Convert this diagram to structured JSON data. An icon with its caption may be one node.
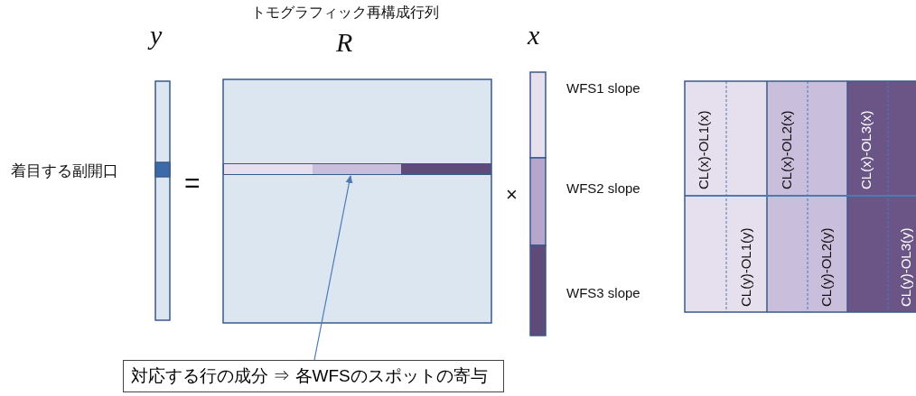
{
  "diagram": {
    "nodes": [
      {
        "text": [
          "対応する行の成分 ⇒ 各WFSのスポットの寄与"
        ]
      },
      {
        "text": [],
        "shape": "bar"
      }
    ],
    "edges": [
      {
        "from": 0,
        "to": 1,
        "arrow": "to"
      }
    ],
    "labels": [
      "トモグラフィック再構成行列",
      "y",
      "R",
      "x",
      "着目する副開口",
      "=",
      "×",
      "WFS1 slope",
      "WFS2 slope",
      "WFS3 slope",
      "CL(x)-OL1(x)",
      "CL(x)-OL2(x)",
      "CL(x)-OL3(x)",
      "CL(y)-OL1(y)",
      "CL(y)-OL2(y)",
      "CL(y)-OL3(y)"
    ]
  }
}
